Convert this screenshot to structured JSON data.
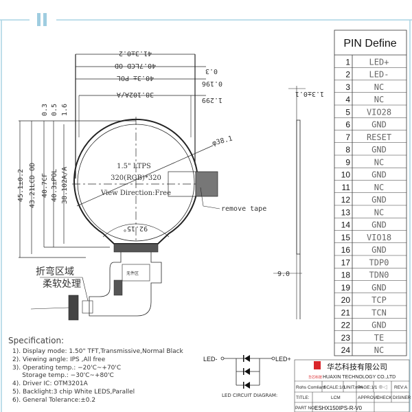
{
  "frame_color": "#a8d3e3",
  "drawing": {
    "top_dims": [
      "41.3±0.2",
      "40.7LCD OD",
      "40.3± POL",
      "38.102A/A"
    ],
    "right_top_dims": [
      "0.3",
      "0.196",
      "1.299"
    ],
    "left_dims": [
      "45.1±0.2",
      "43.21LCD OD",
      "40.7CF",
      "40.3±POL",
      "38.102A/A"
    ],
    "left_top_dims": [
      "0.3",
      "0.5",
      "1.6"
    ],
    "display_size": "1.5\"  LTPS",
    "resolution": "320(RGB)*320",
    "view_direction": "View Direction:Free",
    "diameter": "φ38.1",
    "angle": "92.15°",
    "remove_tape": "remove tape",
    "side_thickness": "1.3±0.1",
    "side_dim": "9.0",
    "bend_label_1": "折弯区域",
    "bend_label_2": "柔软处理",
    "no_component_zone": "无件区"
  },
  "pin_table": {
    "title": "PIN Define",
    "pins": [
      {
        "n": "1",
        "name": "LED+"
      },
      {
        "n": "2",
        "name": "LED-"
      },
      {
        "n": "3",
        "name": "NC"
      },
      {
        "n": "4",
        "name": "NC"
      },
      {
        "n": "5",
        "name": "VIO28"
      },
      {
        "n": "6",
        "name": "GND"
      },
      {
        "n": "7",
        "name": "RESET"
      },
      {
        "n": "8",
        "name": "GND"
      },
      {
        "n": "9",
        "name": "NC"
      },
      {
        "n": "10",
        "name": "GND"
      },
      {
        "n": "11",
        "name": "NC"
      },
      {
        "n": "12",
        "name": "GND"
      },
      {
        "n": "13",
        "name": "NC"
      },
      {
        "n": "14",
        "name": "GND"
      },
      {
        "n": "15",
        "name": "VIO18"
      },
      {
        "n": "16",
        "name": "GND"
      },
      {
        "n": "17",
        "name": "TDP0"
      },
      {
        "n": "18",
        "name": "TDN0"
      },
      {
        "n": "19",
        "name": "GND"
      },
      {
        "n": "20",
        "name": "TCP"
      },
      {
        "n": "21",
        "name": "TCN"
      },
      {
        "n": "22",
        "name": "GND"
      },
      {
        "n": "23",
        "name": "TE"
      },
      {
        "n": "24",
        "name": "NC"
      }
    ]
  },
  "specification": {
    "title": "Specification:",
    "lines": [
      "1). Display mode: 1.50\" TFT,Transmissive,Normal Black",
      "2). Viewing angle: IPS ,All free",
      "3). Operating temp.: −20'C~+70'C",
      "     Storage temp.: −30'C~+80'C",
      "4). Driver IC: OTM3201A",
      "5). Backlight:3 chip White LEDS,Parallel",
      "6). General Tolerance:±0.2"
    ]
  },
  "led_circuit": {
    "minus": "LED-",
    "plus": "LED+",
    "caption": "LED CIRCUIT DIAGRAM:"
  },
  "title_block": {
    "company_cn": "华芯科技有限公司",
    "logo_text": "华芯科技",
    "company_en": "HUAXIN TECHNOLOGY CO.,LTD",
    "rohs": "Rohs Comliant",
    "scale": "SCALE:1/1",
    "unit": "UNIT:mm",
    "page": "PAGE:1/1",
    "rev": "REV:A",
    "title_label": "TITLE:",
    "title_value": "LCM",
    "approve": "APPROVE",
    "check": "CHECK",
    "designer": "DISINER",
    "part_label": "PART NO.:",
    "part_value": "ESHX150IPS-R-V0",
    "brand_color": "#d9252a"
  }
}
